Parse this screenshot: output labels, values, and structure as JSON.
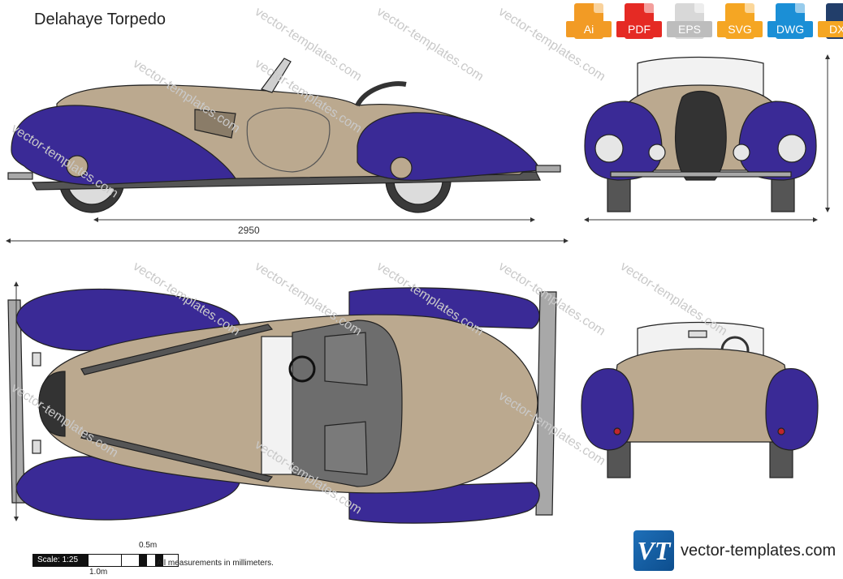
{
  "page": {
    "title": "Delahaye Torpedo"
  },
  "formats": [
    {
      "label": "Ai",
      "color": "#f29b25"
    },
    {
      "label": "PDF",
      "color": "#e52a24"
    },
    {
      "label": "EPS",
      "color": "#d8d8d8"
    },
    {
      "label": "SVG",
      "color": "#f5a623"
    },
    {
      "label": "DWG",
      "color": "#1b8fd6"
    },
    {
      "label": "DXF",
      "color": "#223e6a"
    }
  ],
  "dimensions": {
    "length": "2950"
  },
  "scale": {
    "label": "Scale: 1:25",
    "half": "0.5m",
    "one": "1.0m"
  },
  "note": "All measurements in millimeters.",
  "brand": {
    "logo": "VT",
    "site": "vector-templates.com"
  },
  "watermark": "vector-templates.com",
  "colors": {
    "body": "#bba98f",
    "fender": "#3a2a96",
    "outline": "#222222",
    "interior": "#6d6d6d",
    "chrome": "#a8a8a8"
  }
}
